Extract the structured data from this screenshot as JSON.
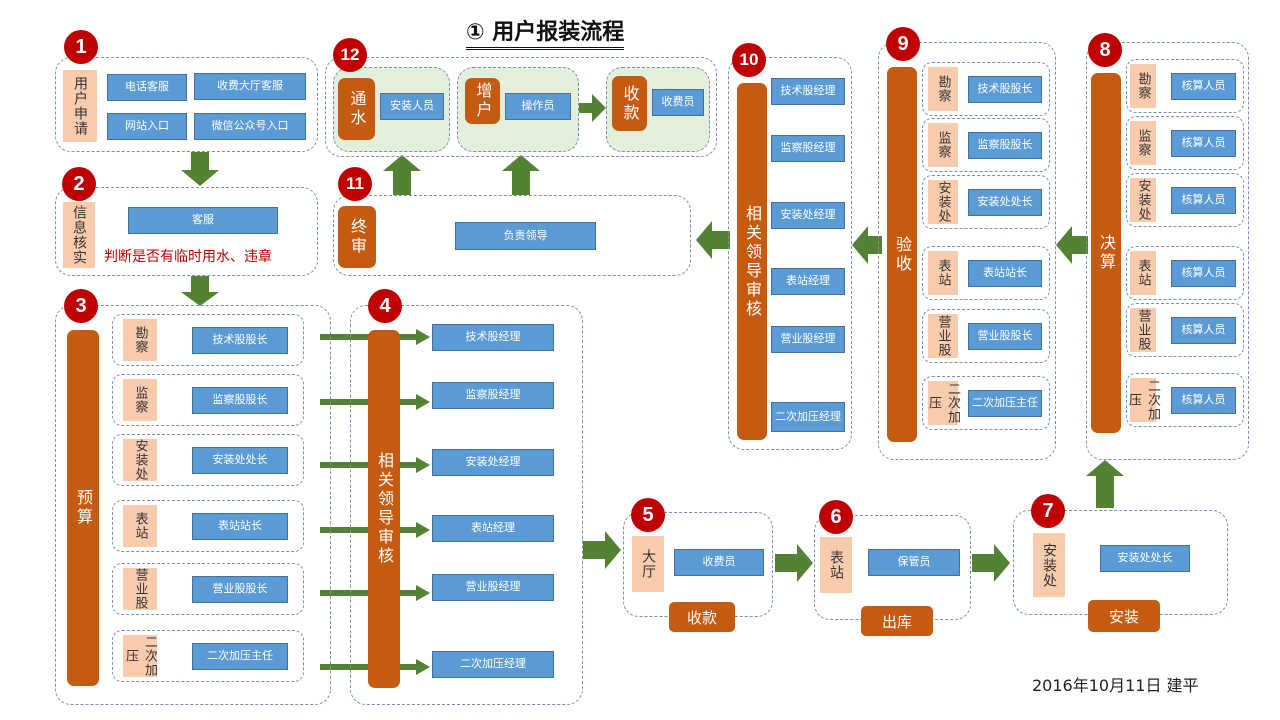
{
  "title": "① 用户报装流程",
  "footer": "2016年10月11日  建平",
  "steps": {
    "s1": {
      "num": "1",
      "tag": "用户申请",
      "items": [
        "电话客服",
        "收费大厅客服",
        "网站入口",
        "微信公众号入口"
      ]
    },
    "s2": {
      "num": "2",
      "tag": "信息核实",
      "item": "客服",
      "note": "判断是否有临时用水、违章"
    },
    "s3": {
      "num": "3",
      "main": "预算",
      "rows": [
        {
          "tag": "勘察",
          "item": "技术股股长"
        },
        {
          "tag": "监察",
          "item": "监察股股长"
        },
        {
          "tag": "安装处",
          "item": "安装处处长"
        },
        {
          "tag": "表站",
          "item": "表站站长"
        },
        {
          "tag": "营业股",
          "item": "营业股股长"
        },
        {
          "tag": "二次加压",
          "item": "二次加压主任"
        }
      ]
    },
    "s4": {
      "num": "4",
      "main": "相关领导审核",
      "items": [
        "技术股经理",
        "监察股经理",
        "安装处经理",
        "表站经理",
        "营业股经理",
        "二次加压经理"
      ]
    },
    "s5": {
      "num": "5",
      "tag": "大厅",
      "item": "收费员",
      "label": "收款"
    },
    "s6": {
      "num": "6",
      "tag": "表站",
      "item": "保管员",
      "label": "出库"
    },
    "s7": {
      "num": "7",
      "tag": "安装处",
      "item": "安装处处长",
      "label": "安装"
    },
    "s8": {
      "num": "8",
      "main": "决算",
      "rows": [
        {
          "tag": "勘察",
          "item": "核算人员"
        },
        {
          "tag": "监察",
          "item": "核算人员"
        },
        {
          "tag": "安装处",
          "item": "核算人员"
        },
        {
          "tag": "表站",
          "item": "核算人员"
        },
        {
          "tag": "营业股",
          "item": "核算人员"
        },
        {
          "tag": "二次加压",
          "item": "核算人员"
        }
      ]
    },
    "s9": {
      "num": "9",
      "main": "验收",
      "rows": [
        {
          "tag": "勘察",
          "item": "技术股股长"
        },
        {
          "tag": "监察",
          "item": "监察股股长"
        },
        {
          "tag": "安装处",
          "item": "安装处处长"
        },
        {
          "tag": "表站",
          "item": "表站站长"
        },
        {
          "tag": "营业股",
          "item": "营业股股长"
        },
        {
          "tag": "二次加压",
          "item": "二次加压主任"
        }
      ]
    },
    "s10": {
      "num": "10",
      "main": "相关领导审核",
      "items": [
        "技术股经理",
        "监察股经理",
        "安装处经理",
        "表站经理",
        "营业股经理",
        "二次加压经理"
      ]
    },
    "s11": {
      "num": "11",
      "main": "终审",
      "item": "负责领导"
    },
    "s12": {
      "num": "12",
      "parts": [
        {
          "main": "通水",
          "item": "安装人员"
        },
        {
          "main": "增户",
          "item": "操作员"
        },
        {
          "main": "收款",
          "item": "收费员"
        }
      ]
    }
  },
  "colors": {
    "badge": "#c00000",
    "orange": "#c55a11",
    "blue": "#5b9bd5",
    "peach": "#f8cbad",
    "green": "#548235",
    "panel": "#e2efda"
  }
}
